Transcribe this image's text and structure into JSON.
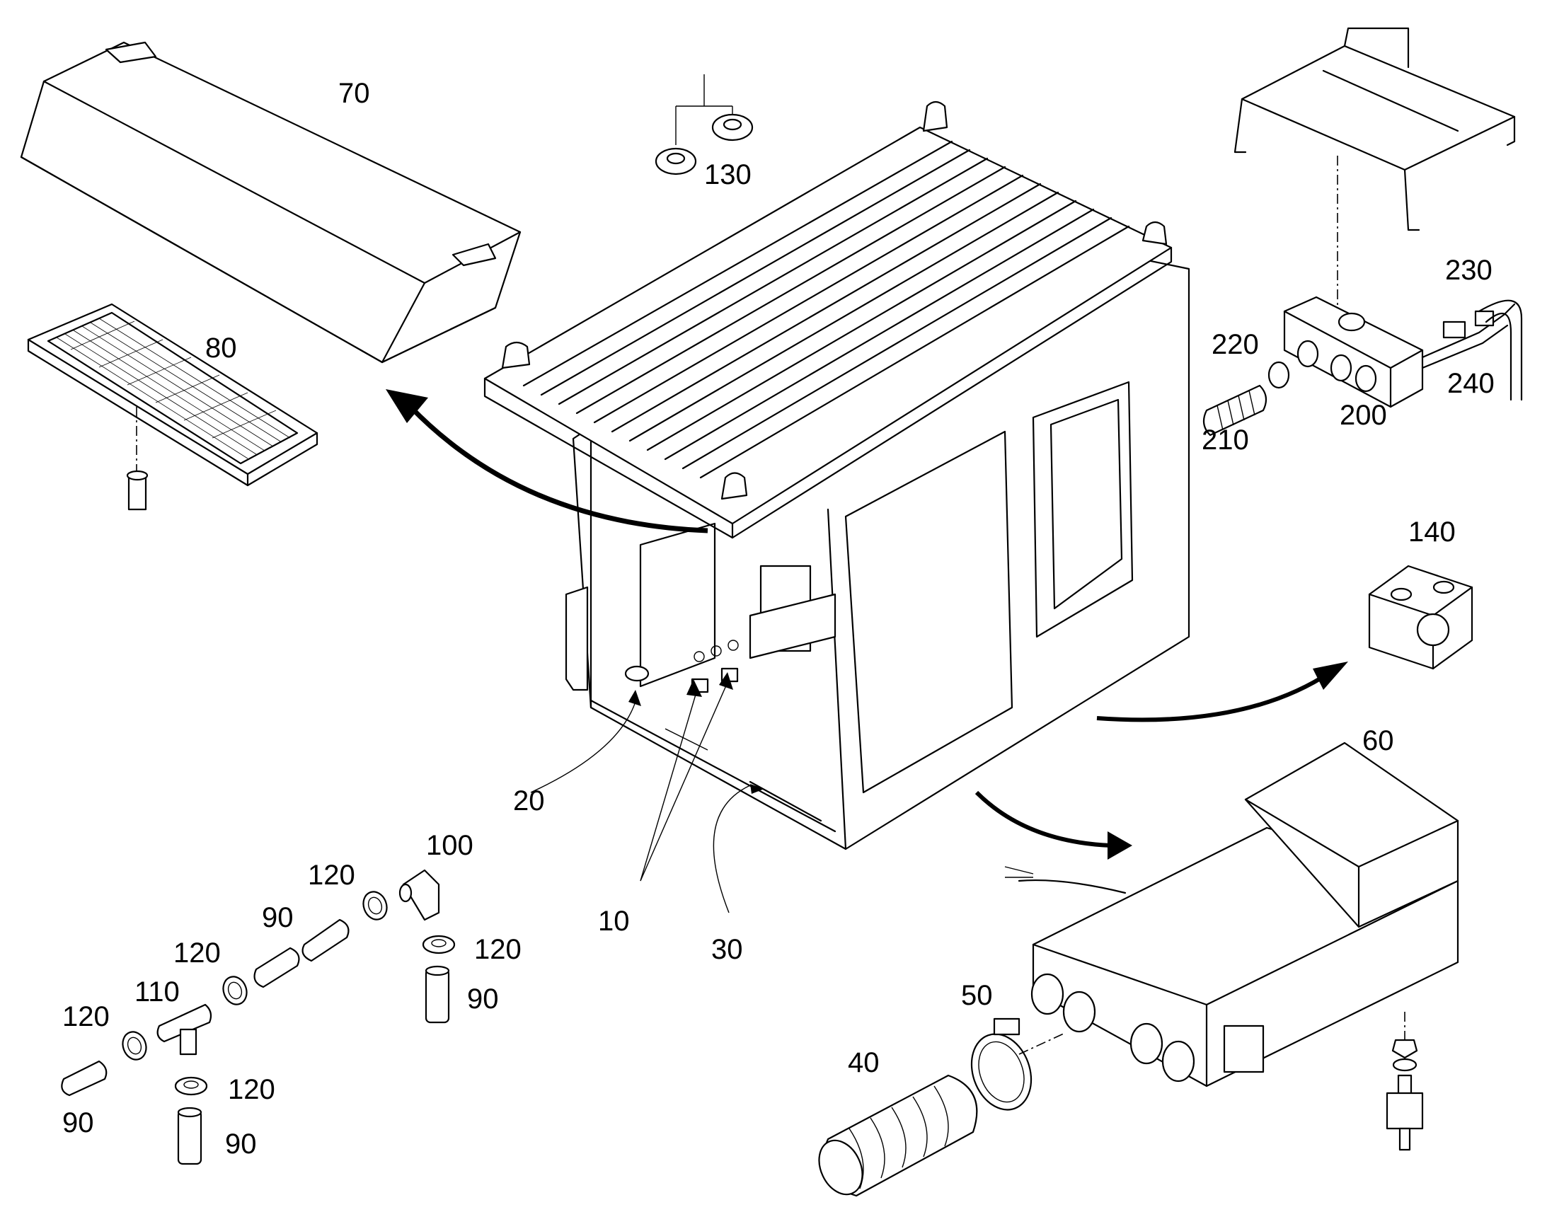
{
  "callouts": [
    {
      "key": "c70",
      "text": "70"
    },
    {
      "key": "c80",
      "text": "80"
    },
    {
      "key": "c130",
      "text": "130"
    },
    {
      "key": "c230",
      "text": "230"
    },
    {
      "key": "c220",
      "text": "220"
    },
    {
      "key": "c240",
      "text": "240"
    },
    {
      "key": "c210",
      "text": "210"
    },
    {
      "key": "c200",
      "text": "200"
    },
    {
      "key": "c140",
      "text": "140"
    },
    {
      "key": "c60",
      "text": "60"
    },
    {
      "key": "c20",
      "text": "20"
    },
    {
      "key": "c10",
      "text": "10"
    },
    {
      "key": "c30",
      "text": "30"
    },
    {
      "key": "c100",
      "text": "100"
    },
    {
      "key": "c120a",
      "text": "120"
    },
    {
      "key": "c90a",
      "text": "90"
    },
    {
      "key": "c120b",
      "text": "120"
    },
    {
      "key": "c120c",
      "text": "120"
    },
    {
      "key": "c110",
      "text": "110"
    },
    {
      "key": "c120d",
      "text": "120"
    },
    {
      "key": "c90b",
      "text": "90"
    },
    {
      "key": "c90c",
      "text": "90"
    },
    {
      "key": "c120e",
      "text": "120"
    },
    {
      "key": "c90d",
      "text": "90"
    },
    {
      "key": "c50",
      "text": "50"
    },
    {
      "key": "c40",
      "text": "40"
    }
  ],
  "colors": {
    "line": "#000000",
    "background": "#ffffff"
  }
}
